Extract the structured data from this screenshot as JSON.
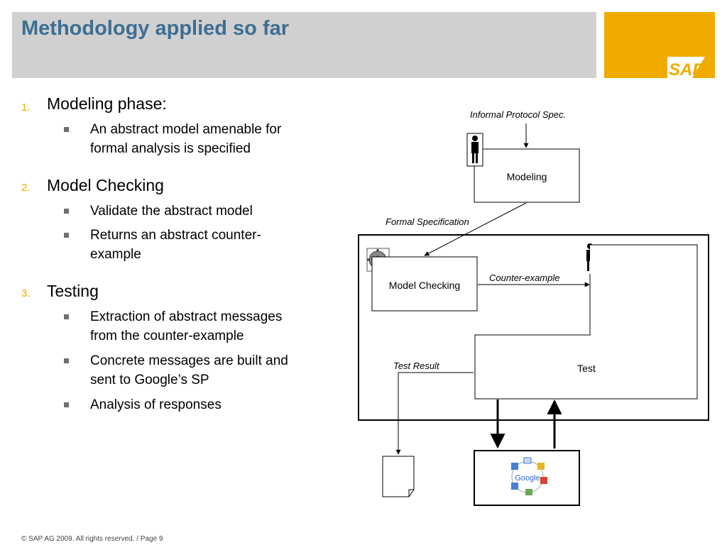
{
  "slide": {
    "title": "Methodology applied so far",
    "logo": "SAP",
    "footer": "© SAP AG 2009. All rights reserved. / Page 9"
  },
  "outline": [
    {
      "number": "1.",
      "heading": "Modeling phase:",
      "bullets": [
        [
          "An abstract model amenable for",
          "formal analysis is specified"
        ]
      ]
    },
    {
      "number": "2.",
      "heading": "Model Checking",
      "bullets": [
        [
          "Validate the abstract model"
        ],
        [
          "Returns an abstract counter-",
          "example"
        ]
      ]
    },
    {
      "number": "3.",
      "heading": "Testing",
      "bullets": [
        [
          "Extraction of abstract messages",
          "from the counter-example"
        ],
        [
          "Concrete messages are built and",
          "sent to Google’s SP"
        ],
        [
          "Analysis of responses"
        ]
      ]
    }
  ],
  "diagram": {
    "informal_spec_label": "Informal Protocol Spec.",
    "modeling_label": "Modeling",
    "formal_spec_label": "Formal Specification",
    "model_checking_label": "Model Checking",
    "counter_example_label": "Counter-example",
    "test_result_label": "Test Result",
    "test_label": "Test",
    "google_label": "Google",
    "icons": [
      "person-icon",
      "gear-icon",
      "document-icon",
      "google-apps-icon"
    ]
  }
}
